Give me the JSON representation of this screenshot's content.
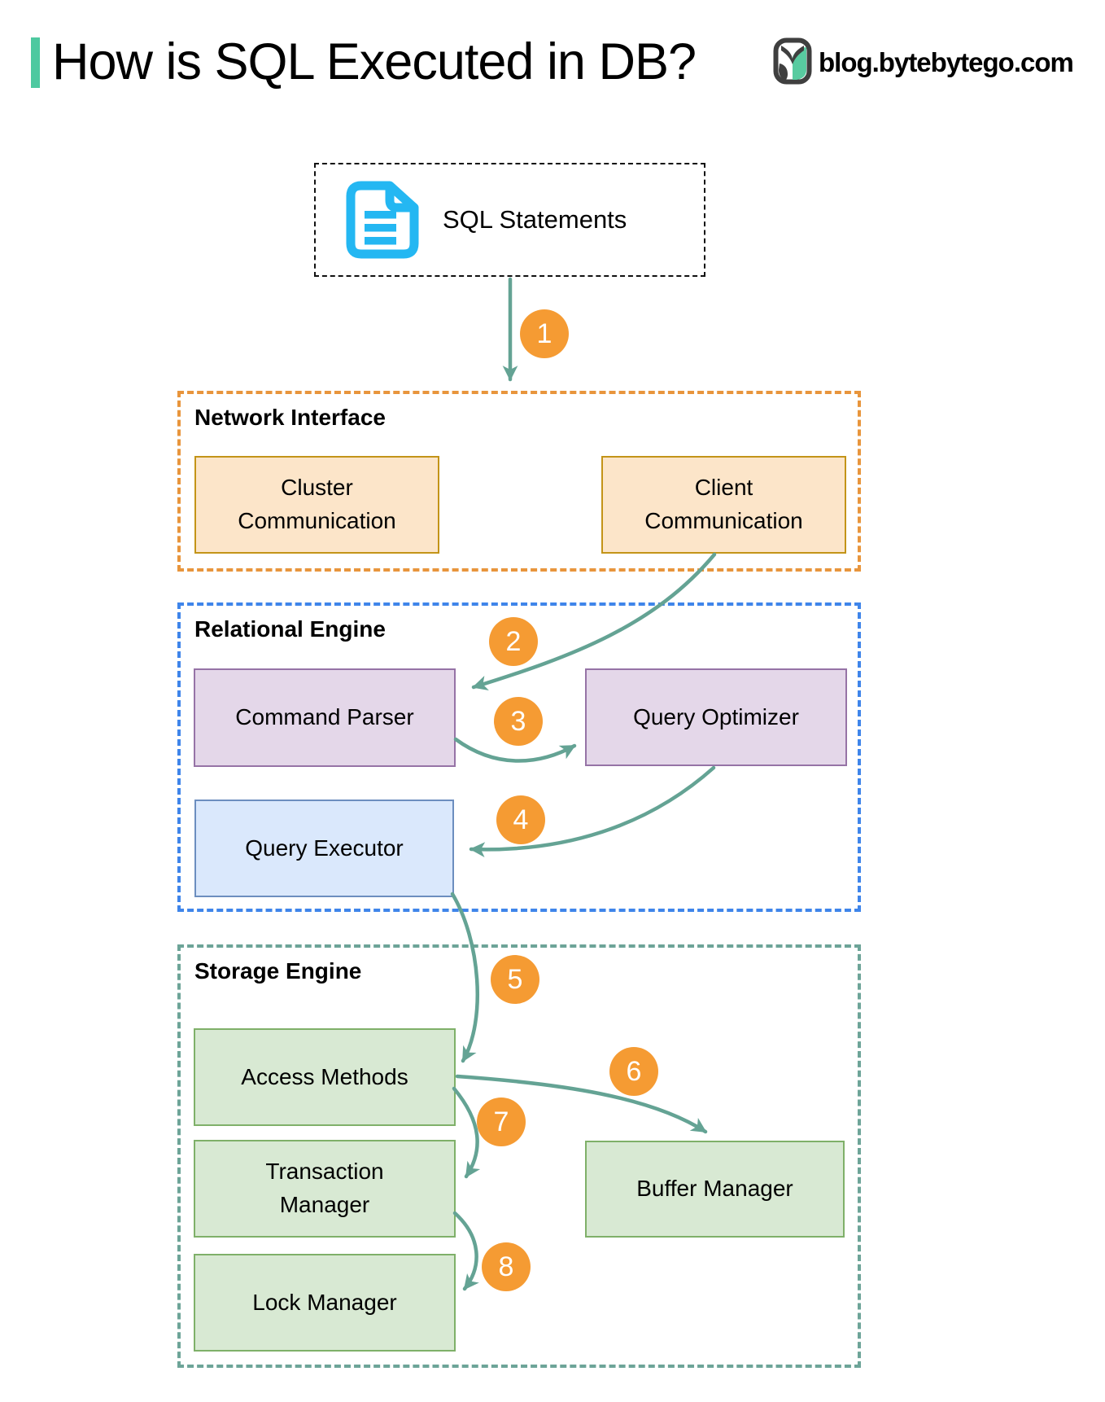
{
  "header": {
    "title": "How is SQL Executed in DB?",
    "site": "blog.bytebytego.com"
  },
  "source": {
    "label": "SQL Statements"
  },
  "containers": [
    {
      "label": "Network Interface",
      "boxes": [
        {
          "label": "Cluster\nCommunication"
        },
        {
          "label": "Client\nCommunication"
        }
      ]
    },
    {
      "label": "Relational Engine",
      "boxes": [
        {
          "label": "Command Parser"
        },
        {
          "label": "Query Optimizer"
        },
        {
          "label": "Query Executor"
        }
      ]
    },
    {
      "label": "Storage Engine",
      "boxes": [
        {
          "label": "Access Methods"
        },
        {
          "label": "Transaction\nManager"
        },
        {
          "label": "Lock Manager"
        },
        {
          "label": "Buffer Manager"
        }
      ]
    }
  ],
  "steps": [
    "1",
    "2",
    "3",
    "4",
    "5",
    "6",
    "7",
    "8"
  ],
  "edges": [
    {
      "step": "1",
      "from": "SQL Statements",
      "to": "Network Interface"
    },
    {
      "step": "2",
      "from": "Client Communication",
      "to": "Command Parser"
    },
    {
      "step": "3",
      "from": "Command Parser",
      "to": "Query Optimizer"
    },
    {
      "step": "4",
      "from": "Query Optimizer",
      "to": "Query Executor"
    },
    {
      "step": "5",
      "from": "Query Executor",
      "to": "Access Methods"
    },
    {
      "step": "6",
      "from": "Access Methods",
      "to": "Buffer Manager"
    },
    {
      "step": "7",
      "from": "Access Methods",
      "to": "Transaction Manager"
    },
    {
      "step": "8",
      "from": "Transaction Manager",
      "to": "Lock Manager"
    }
  ],
  "colors": {
    "accent_teal": "#4EC9A0",
    "arrow_teal": "#64A394",
    "badge_orange": "#F59B33",
    "network_border": "#E8953C",
    "network_box_fill": "#FCE5C9",
    "network_box_border": "#C39418",
    "relational_border": "#3F85EA",
    "purple_fill": "#E4D7E9",
    "purple_border": "#9673A6",
    "blue_fill": "#DAE8FC",
    "blue_border": "#6C8EBF",
    "storage_border": "#6DA498",
    "green_fill": "#D8E9D3",
    "green_border": "#7FB069",
    "document_icon_cyan": "#24B7F2",
    "sql_box_border": "#111111"
  }
}
